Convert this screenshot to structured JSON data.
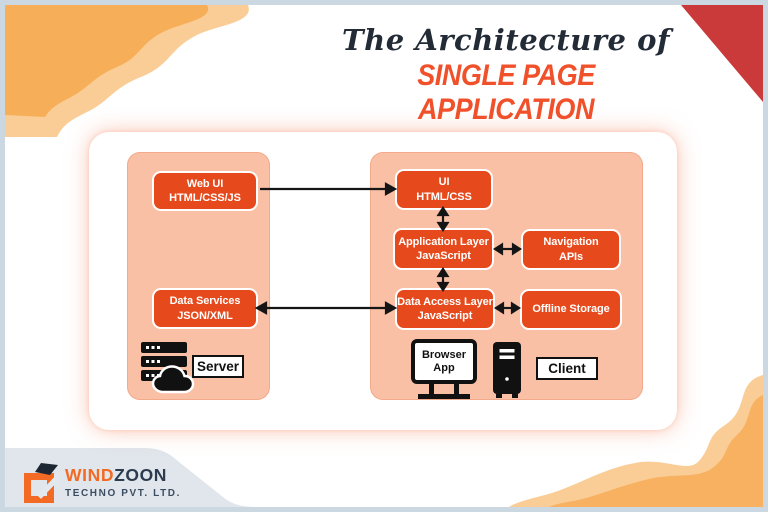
{
  "title": {
    "line1": "The Architecture of",
    "line2": "SINGLE PAGE APPLICATION"
  },
  "server_side": {
    "web_ui": {
      "line1": "Web UI",
      "line2": "HTML/CSS/JS"
    },
    "data_services": {
      "line1": "Data Services",
      "line2": "JSON/XML"
    },
    "label": "Server"
  },
  "client_side": {
    "ui": {
      "line1": "UI",
      "line2": "HTML/CSS"
    },
    "application_layer": {
      "line1": "Application Layer",
      "line2": "JavaScript"
    },
    "navigation_apis": {
      "line1": "Navigation",
      "line2": "APIs"
    },
    "data_access_layer": {
      "line1": "Data Access Layer",
      "line2": "JavaScript"
    },
    "offline_storage": {
      "line1": "Offline Storage"
    },
    "browser_app": {
      "line1": "Browser",
      "line2": "App"
    },
    "label": "Client"
  },
  "footer": {
    "brand_primary": "WIND",
    "brand_secondary": "ZOON",
    "brand_subtitle": "TECHNO PVT. LTD."
  },
  "colors": {
    "node_orange": "#E64A1C",
    "panel_salmon": "#F9C0A6",
    "title_navy": "#222B36",
    "title_orange": "#F0512B",
    "corner_red": "#CB3A3A",
    "wave_orange": "#F7AE58",
    "wave_light": "#FACD96",
    "frame_border": "#CBD7E1",
    "logo_orange": "#F26A23",
    "logo_navy": "#2C3B4D"
  }
}
